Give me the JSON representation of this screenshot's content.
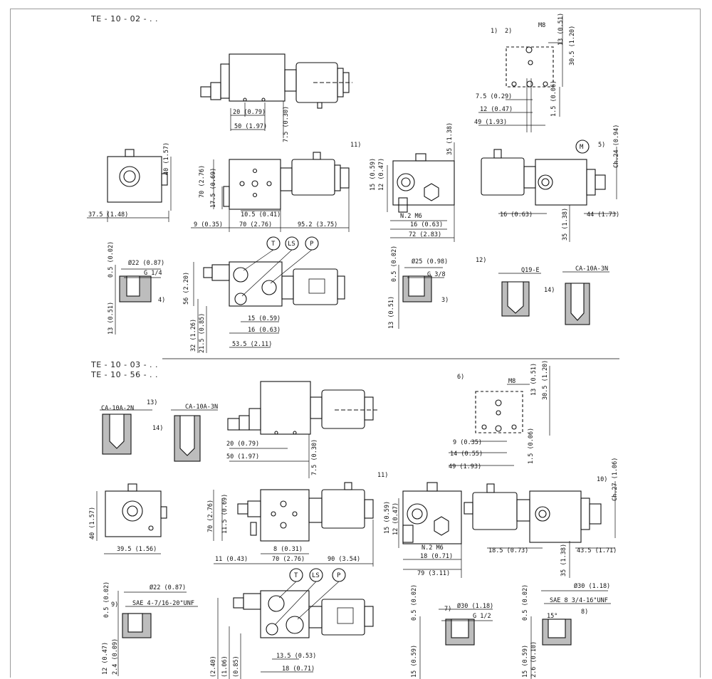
{
  "sections": [
    {
      "id": "s1",
      "codes": [
        "TE - 10 - 02 - . ."
      ]
    },
    {
      "id": "s2",
      "codes": [
        "TE - 10 - 03 - . .",
        "TE - 10 - 56 - . ."
      ]
    }
  ],
  "ports": [
    "T",
    "LS",
    "P",
    "M"
  ],
  "refs": [
    "1)",
    "2)",
    "3)",
    "4)",
    "5)",
    "6)",
    "7)",
    "8)",
    "9)",
    "10)",
    "11)",
    "12)",
    "13)",
    "14)"
  ],
  "s1": {
    "top_h": [
      "20 (0.79)",
      "50 (1.97)"
    ],
    "top_v": [
      "7.5 (0.30)"
    ],
    "left_h": [
      "37.5 (1.48)"
    ],
    "left_v": [
      "40 (1.57)"
    ],
    "center_h": [
      "10.5 (0.41)",
      "9 (0.35)",
      "70 (2.76)",
      "95.2 (3.75)"
    ],
    "center_v": [
      "70 (2.76)",
      "17.5 (0.69)"
    ],
    "side_h": [
      "N.2 M6",
      "16 (0.63)",
      "72 (2.83)"
    ],
    "side_v": [
      "35 (1.38)",
      "15 (0.59)",
      "12 (0.47)"
    ],
    "right_h": [
      "16 (0.63)",
      "44 (1.73)"
    ],
    "right_v": [
      "Ch.24 (0.94)",
      "35 (1.38)"
    ],
    "pattern_h": [
      "M8",
      "7.5 (0.29)",
      "12 (0.47)",
      "49 (1.93)"
    ],
    "pattern_v": [
      "13 (0.51)",
      "30.5 (1.20)",
      "1.5 (0.06)"
    ],
    "port1_h": [
      "Ø22 (0.87)",
      "G 1/4"
    ],
    "port1_v": [
      "0.5 (0.02)",
      "13 (0.51)"
    ],
    "port2_h": [
      "Ø25 (0.98)",
      "G 3/8"
    ],
    "port2_v": [
      "0.5 (0.02)",
      "13 (0.51)"
    ],
    "cav_h": [
      "Q19-E",
      "CA-10A-3N"
    ],
    "front_h": [
      "15 (0.59)",
      "16 (0.63)",
      "53.5 (2.11)"
    ],
    "front_v": [
      "56 (2.20)",
      "32 (1.26)",
      "21.5 (0.85)"
    ]
  },
  "s2": {
    "cav_h": [
      "CA-10A-2N",
      "CA-10A-3N"
    ],
    "top_h": [
      "20 (0.79)",
      "50 (1.97)"
    ],
    "top_v": [
      "7.5 (0.30)"
    ],
    "pattern_h": [
      "M8",
      "9 (0.35)",
      "14 (0.55)",
      "49 (1.93)"
    ],
    "pattern_v": [
      "13 (0.51)",
      "30.5 (1.20)",
      "1.5 (0.06)"
    ],
    "left_h": [
      "39.5 (1.56)"
    ],
    "left_v": [
      "40 (1.57)"
    ],
    "center_h": [
      "8 (0.31)",
      "11 (0.43)",
      "70 (2.76)",
      "90 (3.54)"
    ],
    "center_v": [
      "70 (2.76)",
      "11.5 (0.69)"
    ],
    "side_h": [
      "N.2 M6",
      "18 (0.71)",
      "79 (3.11)"
    ],
    "side_v": [
      "15 (0.59)",
      "12 (0.47)"
    ],
    "right_h": [
      "18.5 (0.73)",
      "43.5 (1.71)"
    ],
    "right_v": [
      "Ch.27 (1.06)",
      "35 (1.38)"
    ],
    "port1_h": [
      "Ø22 (0.87)",
      "SAE 4-7/16-20\"UNF"
    ],
    "port1_v": [
      "0.5 (0.02)",
      "12 (0.47)",
      "2.4 (0.09)"
    ],
    "front_h": [
      "13.5 (0.53)",
      "18 (0.71)"
    ],
    "front_v": [
      "(2.40)",
      "(1.06)",
      "(0.85)"
    ],
    "port2_h": [
      "Ø30 (1.18)",
      "G 1/2"
    ],
    "port2_v": [
      "0.5 (0.02)",
      "15 (0.59)"
    ],
    "port3_h": [
      "Ø30 (1.18)",
      "SAE 8 3/4-16\"UNF",
      "15°"
    ],
    "port3_v": [
      "0.5 (0.02)",
      "15 (0.59)",
      "2.6 (0.10)"
    ]
  }
}
